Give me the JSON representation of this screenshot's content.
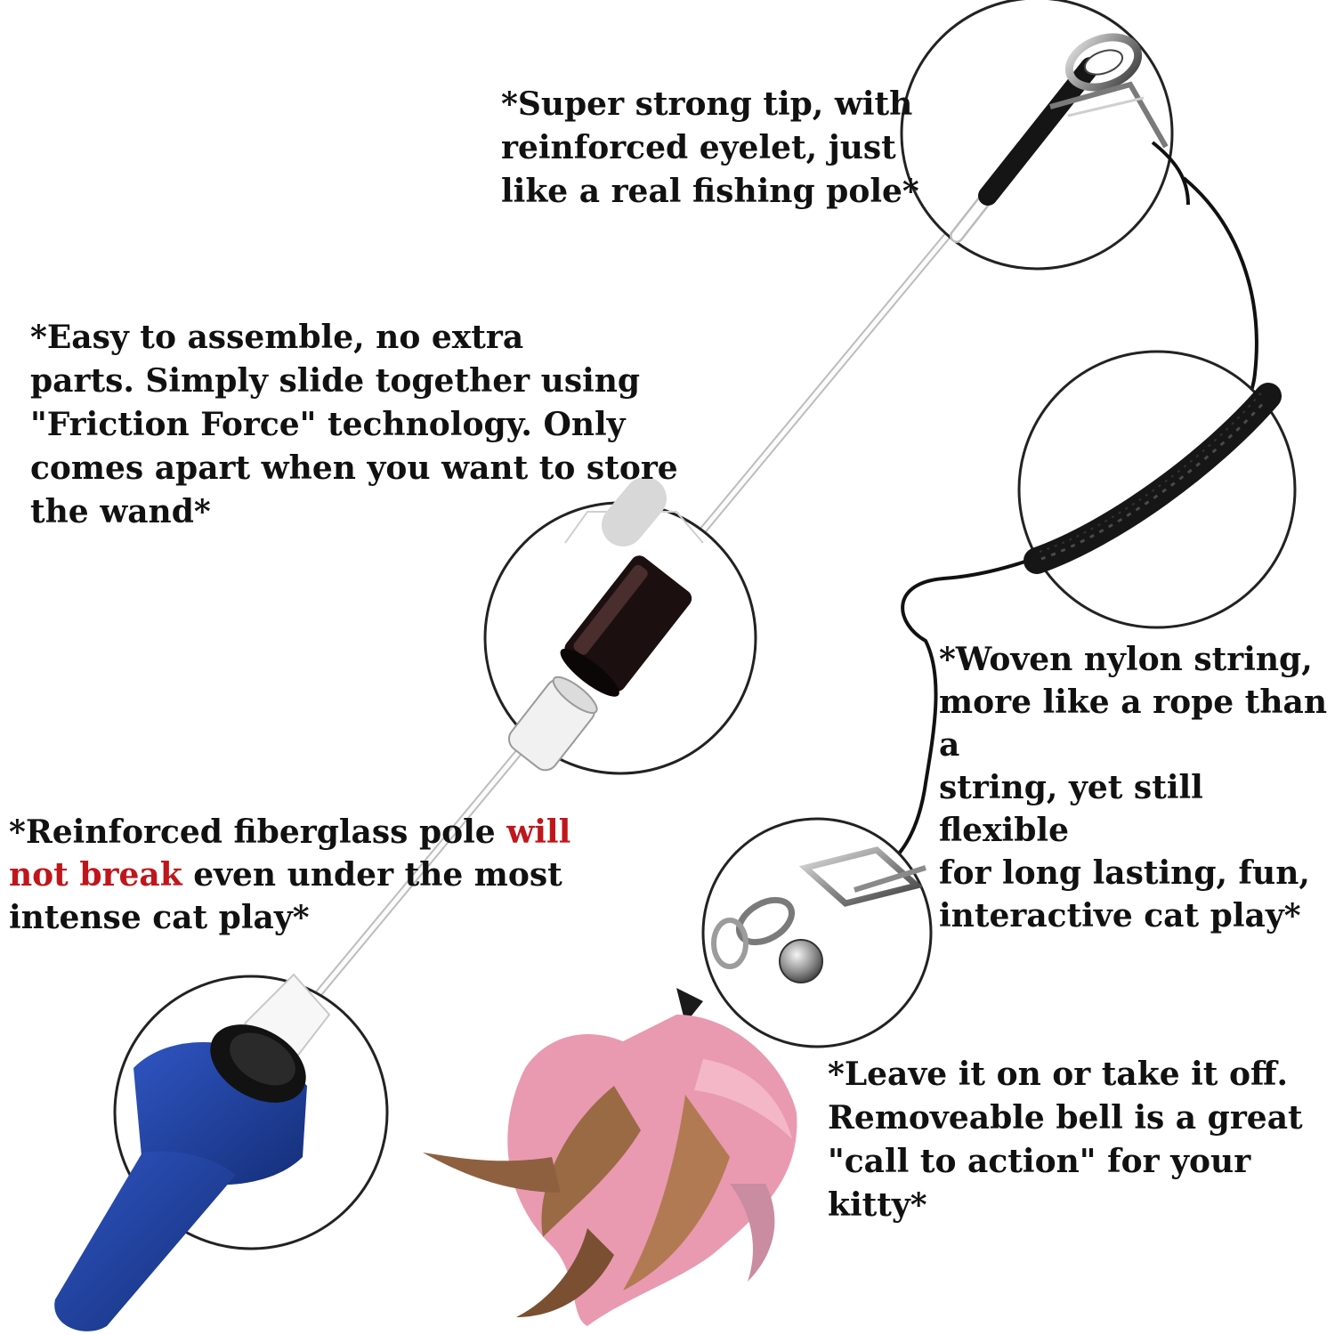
{
  "callouts": {
    "tip": "*Super strong tip, with\nreinforced eyelet, just\nlike a real fishing pole*",
    "assemble": "*Easy to assemble, no extra\nparts.  Simply slide together using\n\"Friction Force\" technology.  Only\ncomes apart when you want to store\nthe wand*",
    "pole": {
      "before": "*Reinforced fiberglass pole ",
      "highlight": "will\nnot break",
      "after": " even under the most\nintense cat play*"
    },
    "string": "*Woven nylon string,\nmore like a rope than a\nstring, yet still flexible\nfor long lasting, fun,\ninteractive cat play*",
    "bell": "*Leave it on or take it off.\nRemoveable bell is a great\n\"call to action\" for your kitty*"
  },
  "colors": {
    "text": "#111111",
    "highlight": "#c0161b",
    "handle": "#1d3f9b",
    "rod": "#f2f2f2",
    "feather_pink": "#e99ab0",
    "feather_brown": "#9a6a45"
  }
}
